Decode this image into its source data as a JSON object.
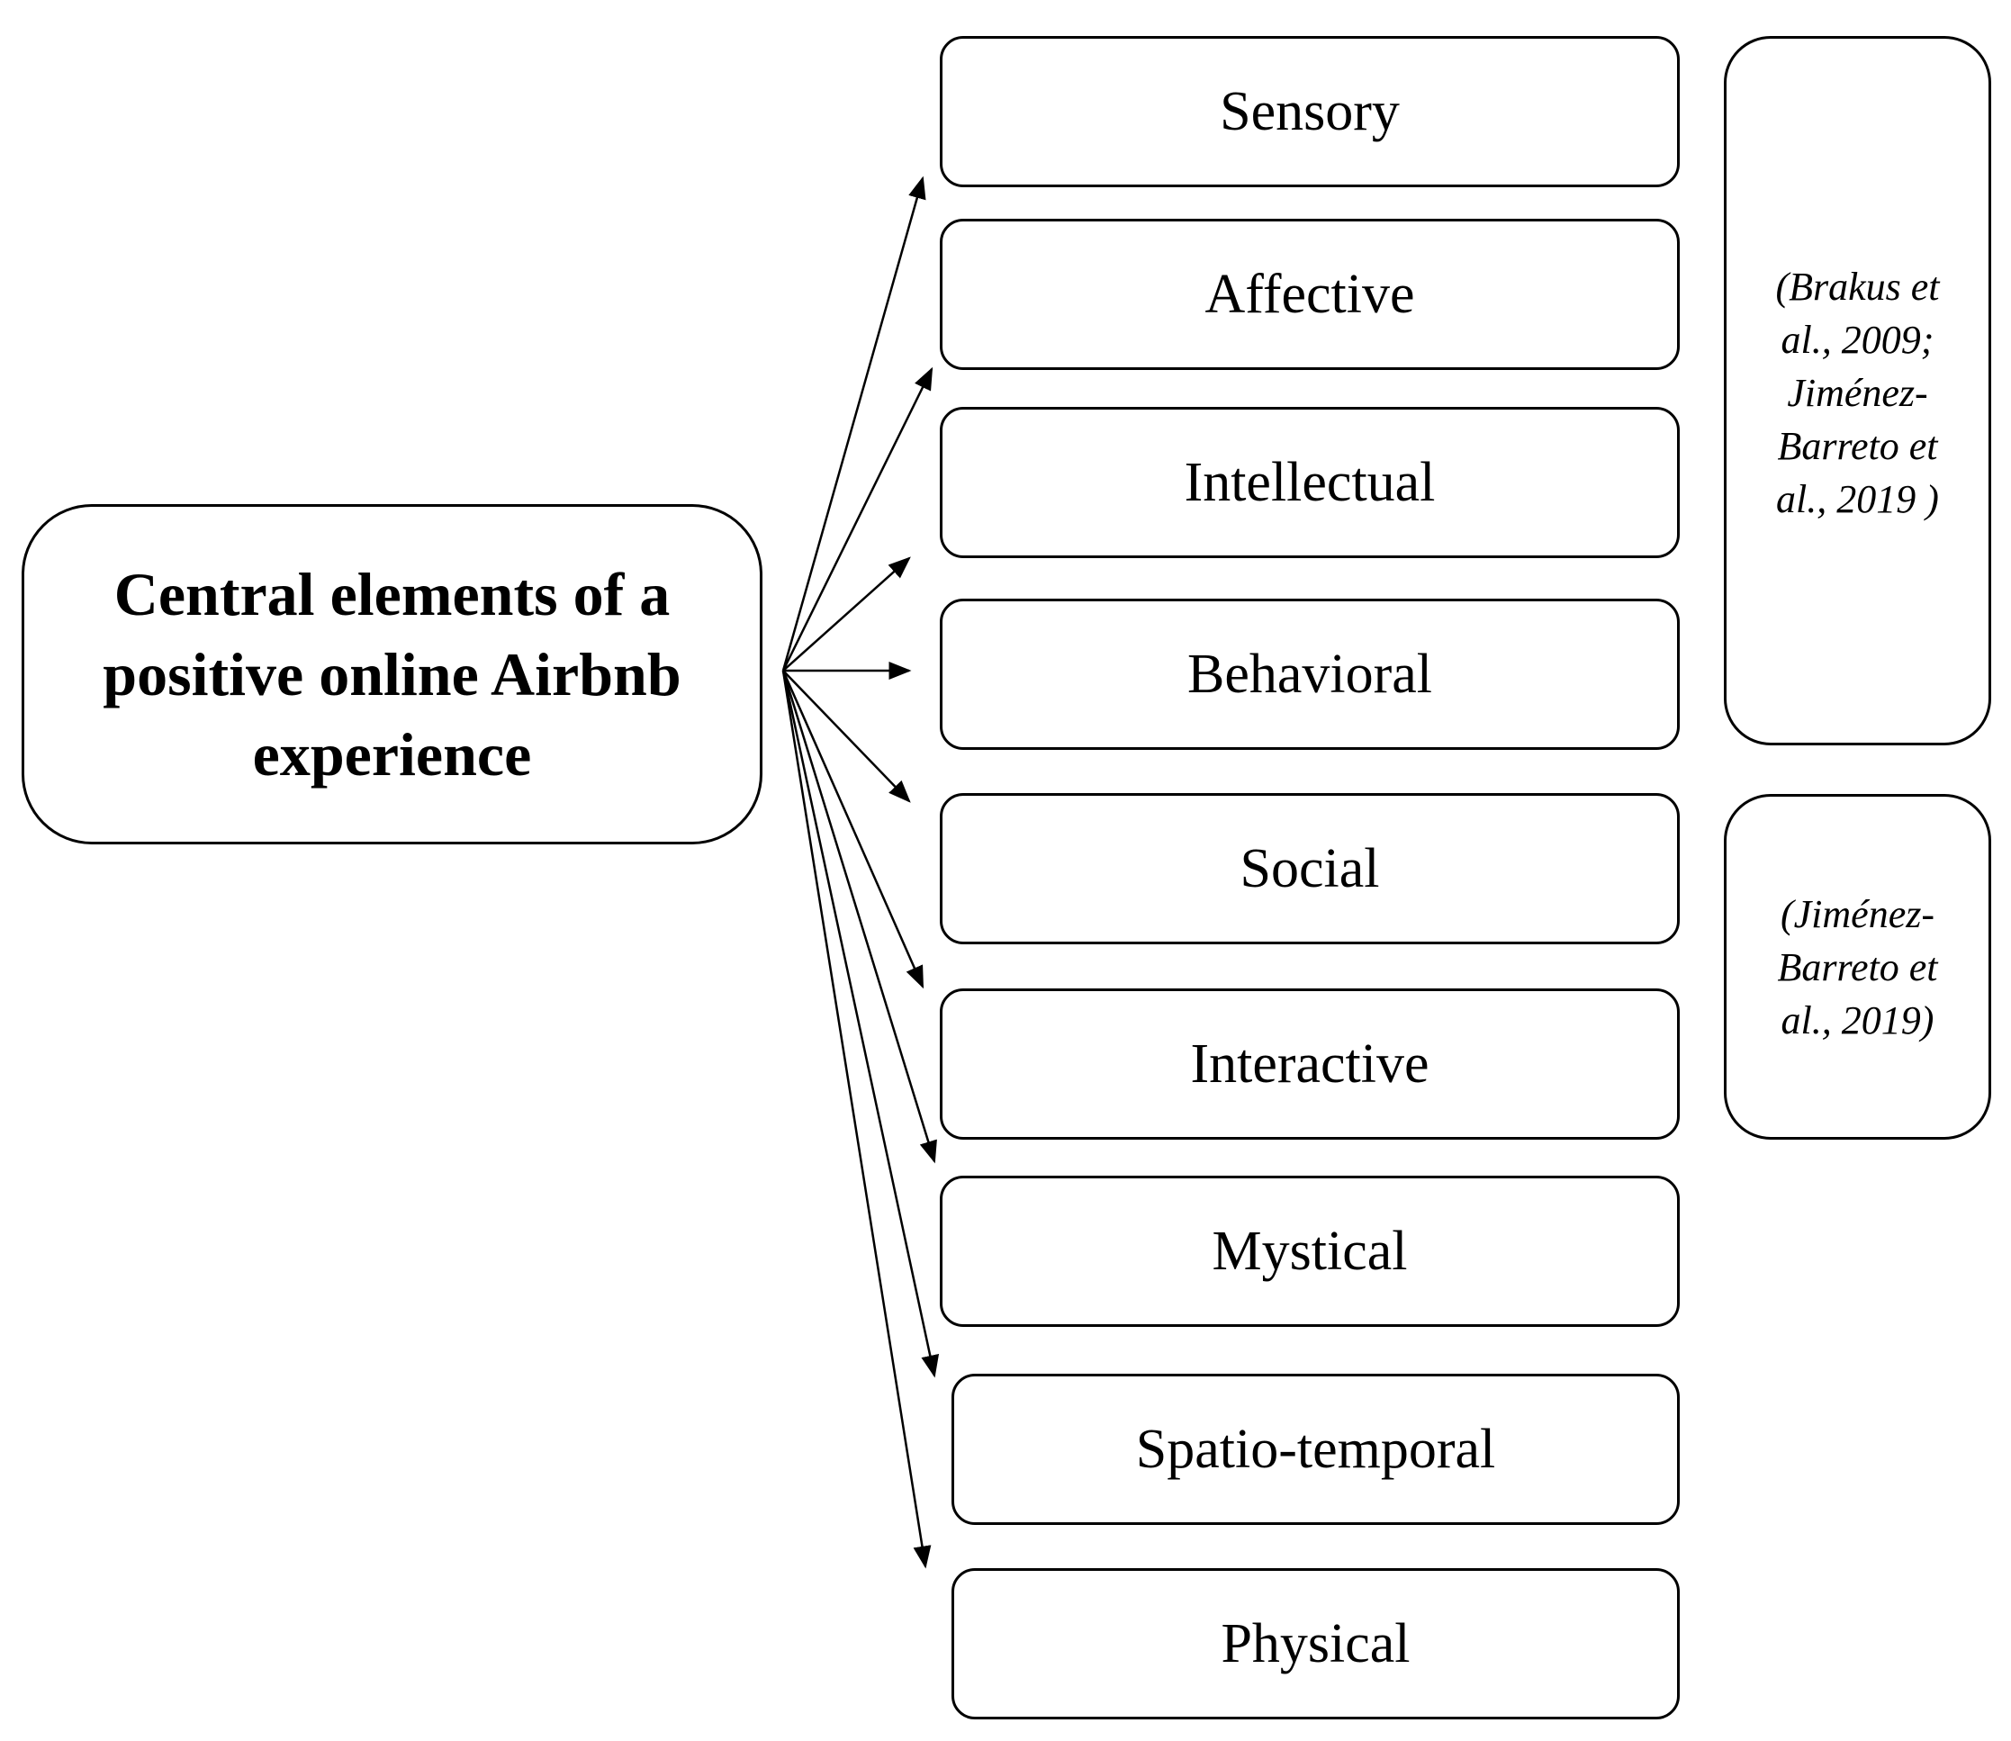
{
  "central": {
    "text": "Central elements of a\npositive online Airbnb\nexperience"
  },
  "elements": [
    {
      "label": "Sensory"
    },
    {
      "label": "Affective"
    },
    {
      "label": "Intellectual"
    },
    {
      "label": "Behavioral"
    },
    {
      "label": "Social"
    },
    {
      "label": "Interactive"
    },
    {
      "label": "Mystical"
    },
    {
      "label": "Spatio-temporal"
    },
    {
      "label": "Physical"
    }
  ],
  "references": [
    {
      "text": "(Brakus et\nal., 2009;\nJiménez-\nBarreto et\nal., 2019 )"
    },
    {
      "text": "(Jiménez-\nBarreto et\nal., 2019)"
    }
  ]
}
